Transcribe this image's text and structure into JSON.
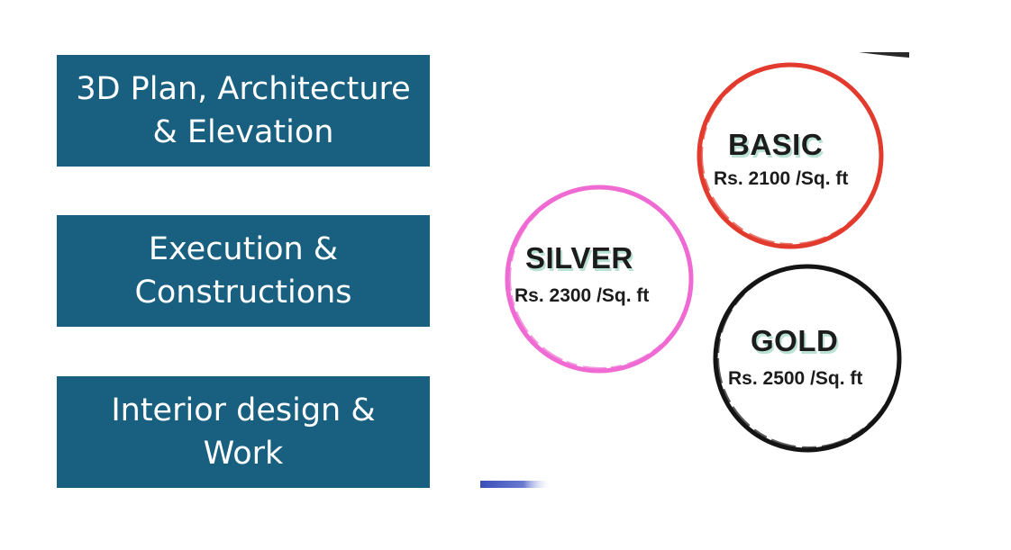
{
  "services": [
    {
      "label": "3D Plan, Architecture\n& Elevation"
    },
    {
      "label": "Execution &\nConstructions"
    },
    {
      "label": "Interior design &\nWork"
    }
  ],
  "plans": {
    "basic": {
      "name": "BASIC",
      "price": "Rs. 2100 /Sq. ft",
      "ring_color": "#e23b2e"
    },
    "silver": {
      "name": "SILVER",
      "price": "Rs. 2300 /Sq. ft",
      "ring_color": "#ef6ad2"
    },
    "gold": {
      "name": "GOLD",
      "price": "Rs. 2500 /Sq. ft",
      "ring_color": "#141414"
    }
  },
  "colors": {
    "service_box_bg": "#185f80",
    "service_text": "#ffffff",
    "plan_text": "#1c1c1c",
    "plan_shadow": "#b9e2d4"
  }
}
